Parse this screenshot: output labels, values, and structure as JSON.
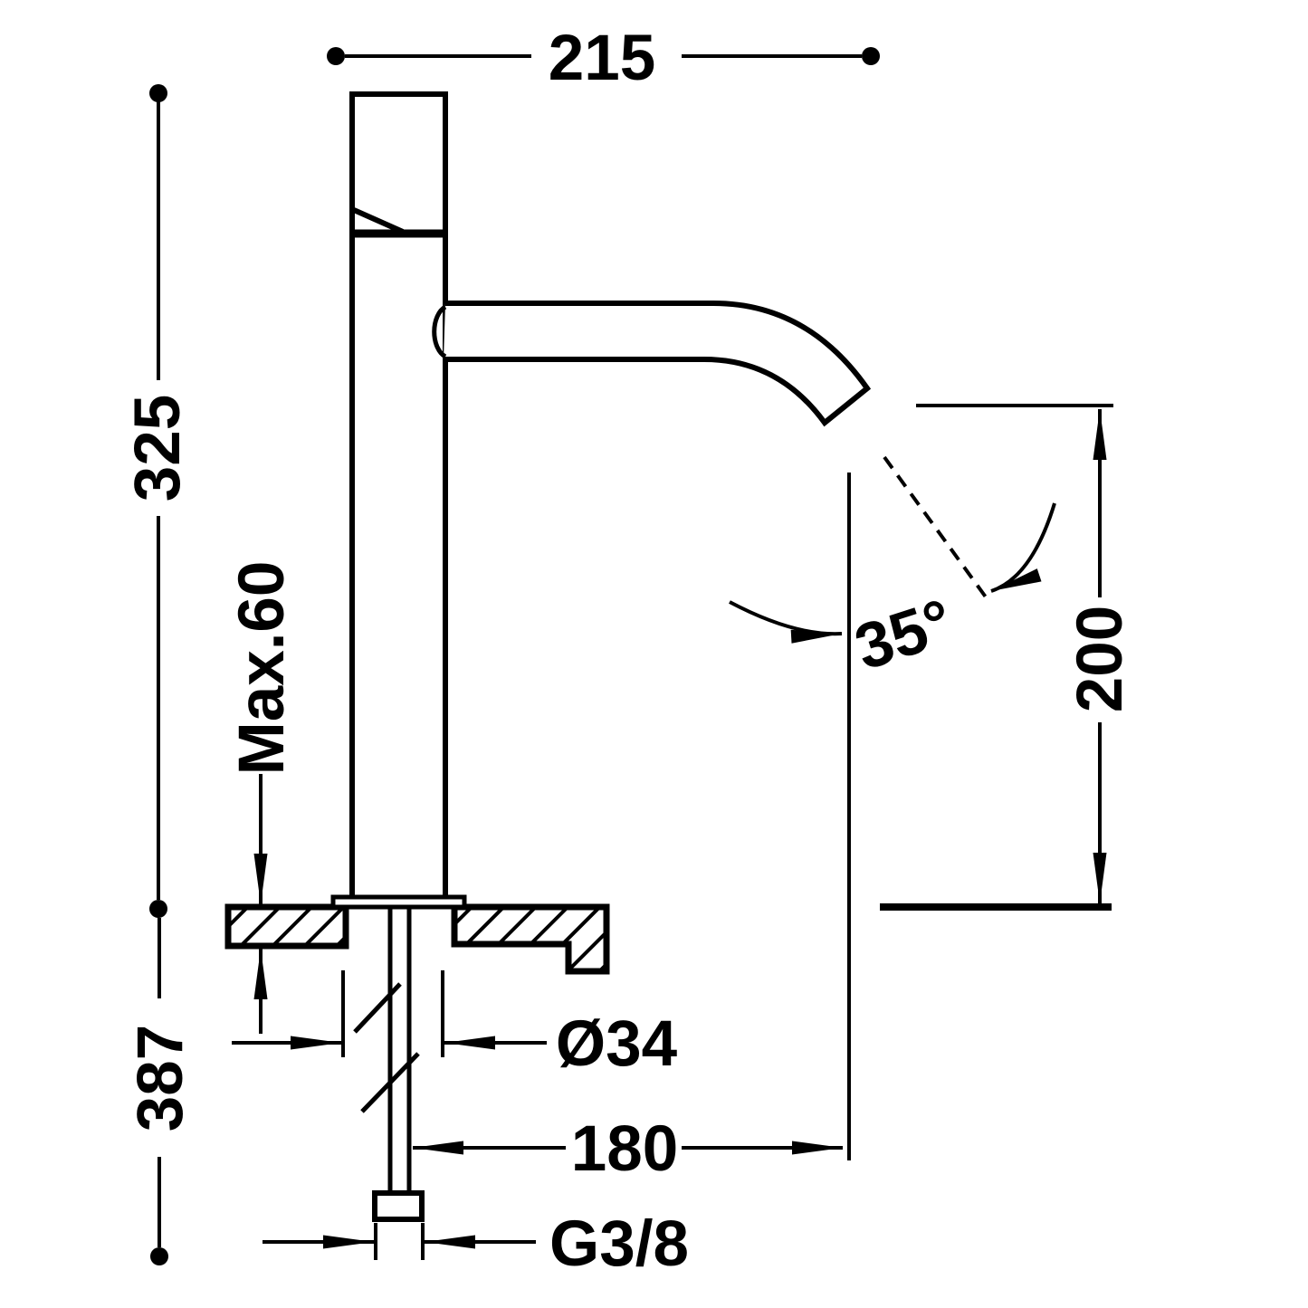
{
  "drawing": {
    "title": "faucet-dimension-drawing",
    "colors": {
      "line": "#000000",
      "background": "#ffffff"
    },
    "labels": {
      "top_width": "215",
      "body_height": "325",
      "counter_thickness_max": "Max.60",
      "total_height": "387",
      "hole_diameter": "Ø34",
      "outlet_reach": "180",
      "thread_size": "G3/8",
      "outlet_height": "200",
      "spout_angle": "35°"
    }
  }
}
